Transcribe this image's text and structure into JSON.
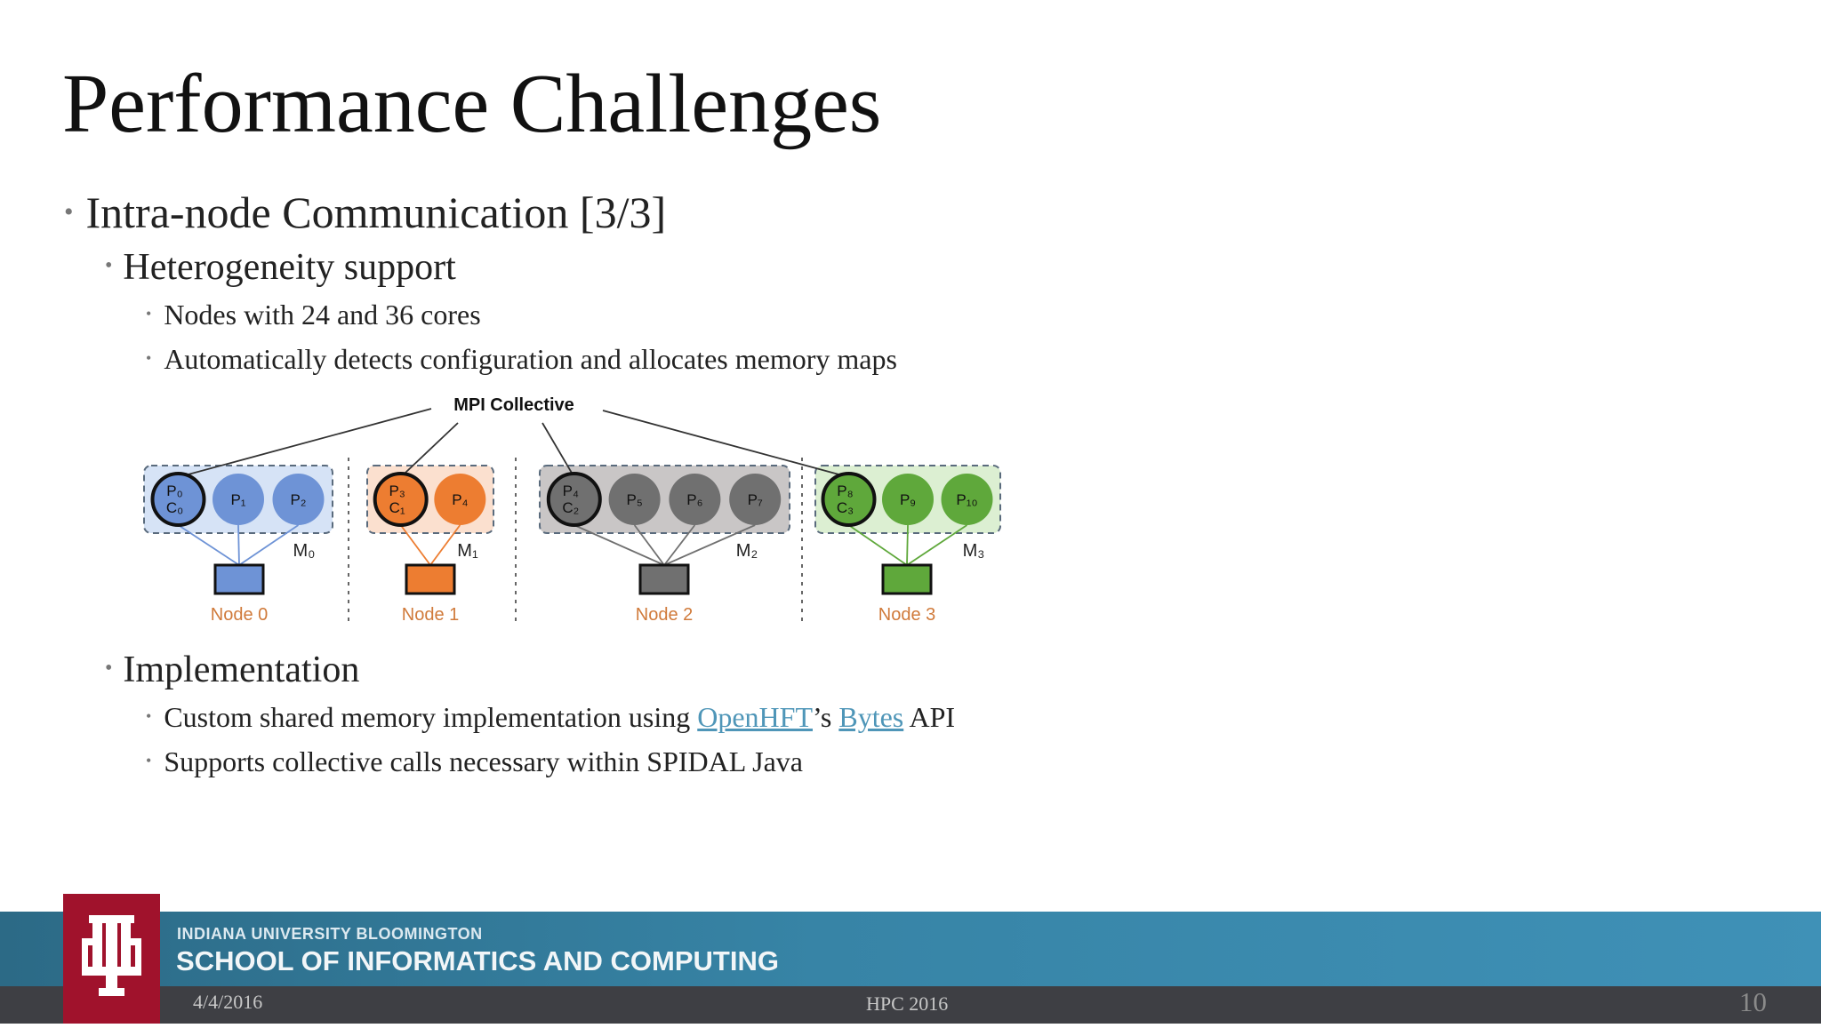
{
  "slide": {
    "title": "Performance Challenges",
    "bullet1": "Intra-node Communication [3/3]",
    "sub1": "Heterogeneity support",
    "sub1_items": [
      "Nodes with 24 and 36 cores",
      "Automatically detects configuration and allocates memory maps"
    ],
    "sub2": "Implementation",
    "sub2_item1": {
      "prefix": "Custom shared memory implementation using ",
      "link1": "OpenHFT",
      "mid": "’s ",
      "link2": "Bytes",
      "suffix": " API"
    },
    "sub2_item2": "Supports collective calls necessary within SPIDAL Java"
  },
  "diagram": {
    "header": "MPI Collective",
    "nodes": [
      {
        "label": "Node 0",
        "memory": "M₀",
        "color": "#6e93d6",
        "procs": [
          [
            "P₀",
            "C₀"
          ],
          [
            "P₁"
          ],
          [
            "P₂"
          ]
        ]
      },
      {
        "label": "Node 1",
        "memory": "M₁",
        "color": "#ed7d31",
        "procs": [
          [
            "P₃",
            "C₁"
          ],
          [
            "P₄"
          ]
        ]
      },
      {
        "label": "Node 2",
        "memory": "M₂",
        "color": "#707070",
        "procs": [
          [
            "P₄",
            "C₂"
          ],
          [
            "P₅"
          ],
          [
            "P₆"
          ],
          [
            "P₇"
          ]
        ]
      },
      {
        "label": "Node 3",
        "memory": "M₃",
        "color": "#5fa83b",
        "procs": [
          [
            "P₈",
            "C₃"
          ],
          [
            "P₉"
          ],
          [
            "P₁₀"
          ]
        ]
      }
    ]
  },
  "footer": {
    "university": "INDIANA UNIVERSITY BLOOMINGTON",
    "school": "SCHOOL OF INFORMATICS AND COMPUTING",
    "date": "4/4/2016",
    "conference": "HPC 2016",
    "page": "10",
    "brand_color": "#a0122c"
  }
}
